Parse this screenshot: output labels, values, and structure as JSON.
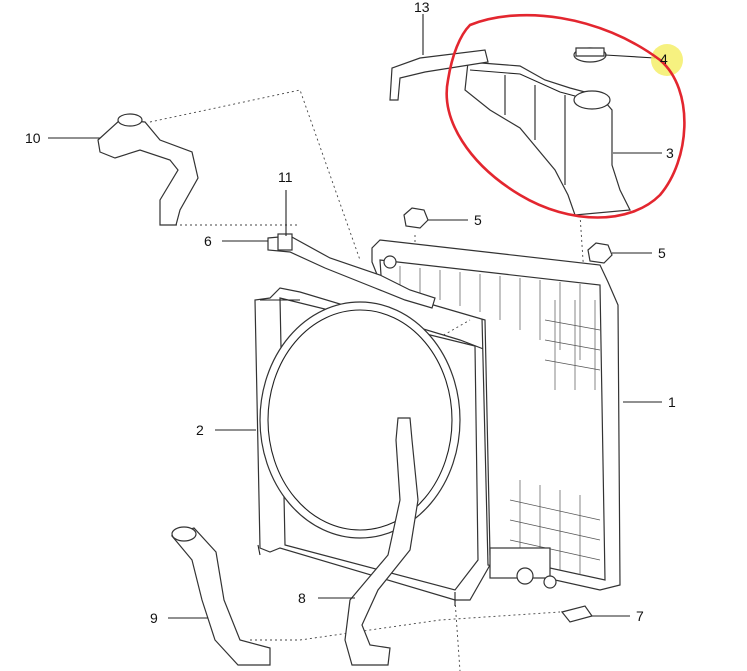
{
  "callouts": [
    {
      "id": "1",
      "text": "1"
    },
    {
      "id": "2",
      "text": "2"
    },
    {
      "id": "3",
      "text": "3"
    },
    {
      "id": "4",
      "text": "4"
    },
    {
      "id": "5a",
      "text": "5"
    },
    {
      "id": "5b",
      "text": "5"
    },
    {
      "id": "6",
      "text": "6"
    },
    {
      "id": "7",
      "text": "7"
    },
    {
      "id": "8",
      "text": "8"
    },
    {
      "id": "9",
      "text": "9"
    },
    {
      "id": "10",
      "text": "10"
    },
    {
      "id": "11",
      "text": "11"
    },
    {
      "id": "13",
      "text": "13"
    }
  ],
  "highlight": {
    "color": "#e3262f",
    "marker_color": "#f4ee6a"
  }
}
